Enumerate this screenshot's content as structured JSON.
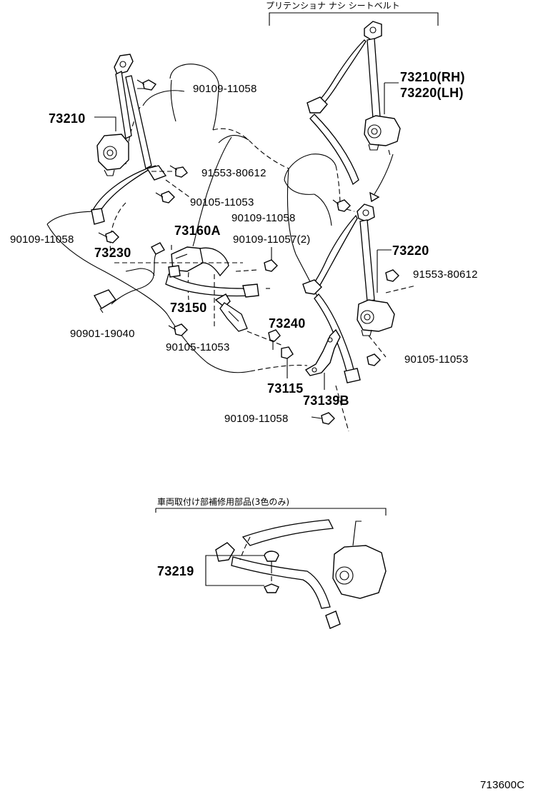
{
  "header": {
    "pretensioner_note": "プリテンショナ ナシ シートベルト"
  },
  "parts": {
    "p73210_left": "73210",
    "p73210_rh": "73210(RH)",
    "p73220_lh": "73220(LH)",
    "p73220_right": "73220",
    "p73160a": "73160A",
    "p73230": "73230",
    "p73150": "73150",
    "p73240": "73240",
    "p73115": "73115",
    "p73139b": "73139B",
    "p73219": "73219",
    "b90109_11058_top": "90109-11058",
    "b91553_80612_left": "91553-80612",
    "b90105_11053_upper": "90105-11053",
    "b90109_11058_mid": "90109-11058",
    "b90109_11058_leftside": "90109-11058",
    "b90109_11057": "90109-11057(2)",
    "b91553_80612_right": "91553-80612",
    "b90901_19040": "90901-19040",
    "b90105_11053_lower": "90105-11053",
    "b90105_11053_right": "90105-11053",
    "b90109_11058_bottom": "90109-11058"
  },
  "footer": {
    "repair_note": "車両取付け部補修用部品(3色のみ)",
    "figure_code": "713600C"
  }
}
